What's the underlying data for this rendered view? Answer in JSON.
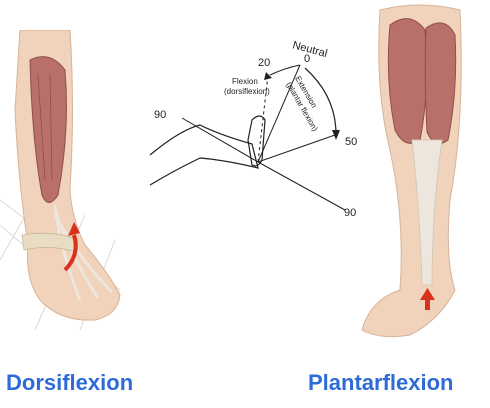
{
  "captions": {
    "left": "Dorsiflexion",
    "right": "Plantarflexion"
  },
  "diagram": {
    "neutral_label": "Neutral",
    "zero_label": "0",
    "angle_20": "20",
    "angle_50": "50",
    "angle_90_left": "90",
    "angle_90_bottom": "90",
    "flexion_line1": "Flexion",
    "flexion_line2": "(dorsiflexion)",
    "extension_line1": "Extension",
    "extension_line2": "(plantar flexion)"
  },
  "colors": {
    "caption": "#2f6bd8",
    "muscle": "#b9706b",
    "skin": "#f1d2ba",
    "tendon": "#e9e4dc",
    "arrow": "#d8321f"
  },
  "icons": {
    "left_arrow": "curved-up-arrow-icon",
    "right_arrow": "up-arrow-icon"
  }
}
